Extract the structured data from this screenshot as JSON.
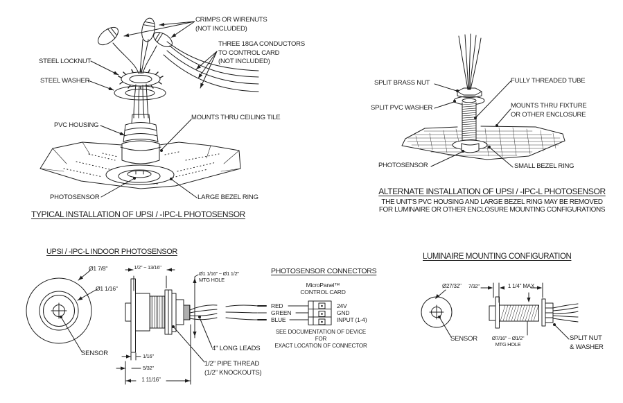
{
  "page": {
    "background": "#ffffff",
    "ink": "#1c1c1c"
  },
  "typical_installation": {
    "title": "TYPICAL INSTALLATION OF UPSI / -IPC-L PHOTOSENSOR",
    "labels": {
      "crimps": "CRIMPS OR WIRENUTS\n(NOT INCLUDED)",
      "conductors": "THREE 18GA CONDUCTORS\nTO CONTROL CARD\n(NOT INCLUDED)",
      "steel_locknut": "STEEL LOCKNUT",
      "steel_washer": "STEEL WASHER",
      "pvc_housing": "PVC HOUSING",
      "mounts": "MOUNTS THRU CEILING TILE",
      "photosensor": "PHOTOSENSOR",
      "large_bezel_ring": "LARGE BEZEL RING"
    }
  },
  "alternate_installation": {
    "title": "ALTERNATE INSTALLATION OF UPSI / -IPC-L PHOTOSENSOR",
    "note": "THE UNIT'S PVC HOUSING AND LARGE BEZEL RING MAY BE REMOVED\nFOR LUMINAIRE OR OTHER ENCLOSURE MOUNTING CONFIGURATIONS",
    "labels": {
      "split_brass_nut": "SPLIT BRASS NUT",
      "split_pvc_washer": "SPLIT PVC WASHER",
      "fully_threaded_tube": "FULLY THREADED TUBE",
      "mounts": "MOUNTS THRU FIXTURE\nOR OTHER ENCLOSURE",
      "photosensor": "PHOTOSENSOR",
      "small_bezel_ring": "SMALL BEZEL RING"
    }
  },
  "indoor_photosensor": {
    "title": "UPSI / -IPC-L INDOOR PHOTOSENSOR",
    "dimensions": {
      "outer_diameter": "Ø1 7/8\"",
      "inner_diameter": "Ø1 1/16\"",
      "protrusion_range": "1/2\" ~ 13/16\"",
      "mtg_hole": "Ø1 1/16\" ~ Ø1 1/2\"\nMTG HOLE",
      "flange_thickness": "1/16\"",
      "step": "5/32\"",
      "overall_length": "1 11/16\""
    },
    "labels": {
      "sensor": "SENSOR",
      "leads": "4\" LONG LEADS",
      "pipe_thread": "1/2\" PIPE THREAD\n(1/2\" KNOCKOUTS)"
    }
  },
  "connectors": {
    "title": "PHOTOSENSOR CONNECTORS",
    "card": "MicroPanel™\nCONTROL CARD",
    "wires": [
      {
        "color": "RED",
        "terminal": "24V"
      },
      {
        "color": "GREEN",
        "terminal": "GND"
      },
      {
        "color": "BLUE",
        "terminal": "INPUT (1-4)"
      }
    ],
    "note": "SEE DOCUMENTATION OF DEVICE FOR\nEXACT LOCATION OF CONNECTOR"
  },
  "luminaire_mounting": {
    "title": "LUMINAIRE MOUNTING CONFIGURATION",
    "dimensions": {
      "sensor_diameter": "Ø27/32\"",
      "flange_offset": "7/32\"",
      "max_thickness": "1 1/4\" MAX",
      "mtg_hole": "Ø7/16\" ~ Ø1/2\"\nMTG HOLE"
    },
    "labels": {
      "sensor": "SENSOR",
      "split_nut_washer": "SPLIT NUT\n& WASHER"
    }
  }
}
